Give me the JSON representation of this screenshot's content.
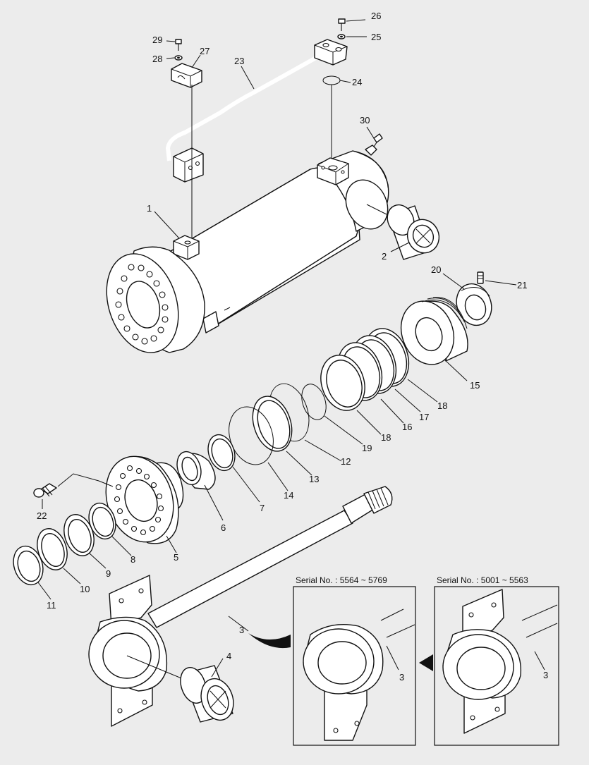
{
  "callouts": {
    "c1": "1",
    "c2": "2",
    "c3a": "3",
    "c3b": "3",
    "c3c": "3",
    "c4": "4",
    "c5": "5",
    "c6": "6",
    "c7": "7",
    "c8": "8",
    "c9": "9",
    "c10": "10",
    "c11": "11",
    "c12": "12",
    "c13": "13",
    "c14": "14",
    "c15": "15",
    "c16": "16",
    "c17": "17",
    "c18a": "18",
    "c18b": "18",
    "c19": "19",
    "c20": "20",
    "c21": "21",
    "c22": "22",
    "c23": "23",
    "c24": "24",
    "c25": "25",
    "c26": "26",
    "c27": "27",
    "c28": "28",
    "c29": "29",
    "c30": "30"
  },
  "insets": {
    "left_title": "Serial No. : 5564 ~ 5769",
    "right_title": "Serial No. : 5001 ~ 5563"
  },
  "colors": {
    "background": "#ececec",
    "line": "#111111",
    "part_fill": "#ffffff"
  }
}
